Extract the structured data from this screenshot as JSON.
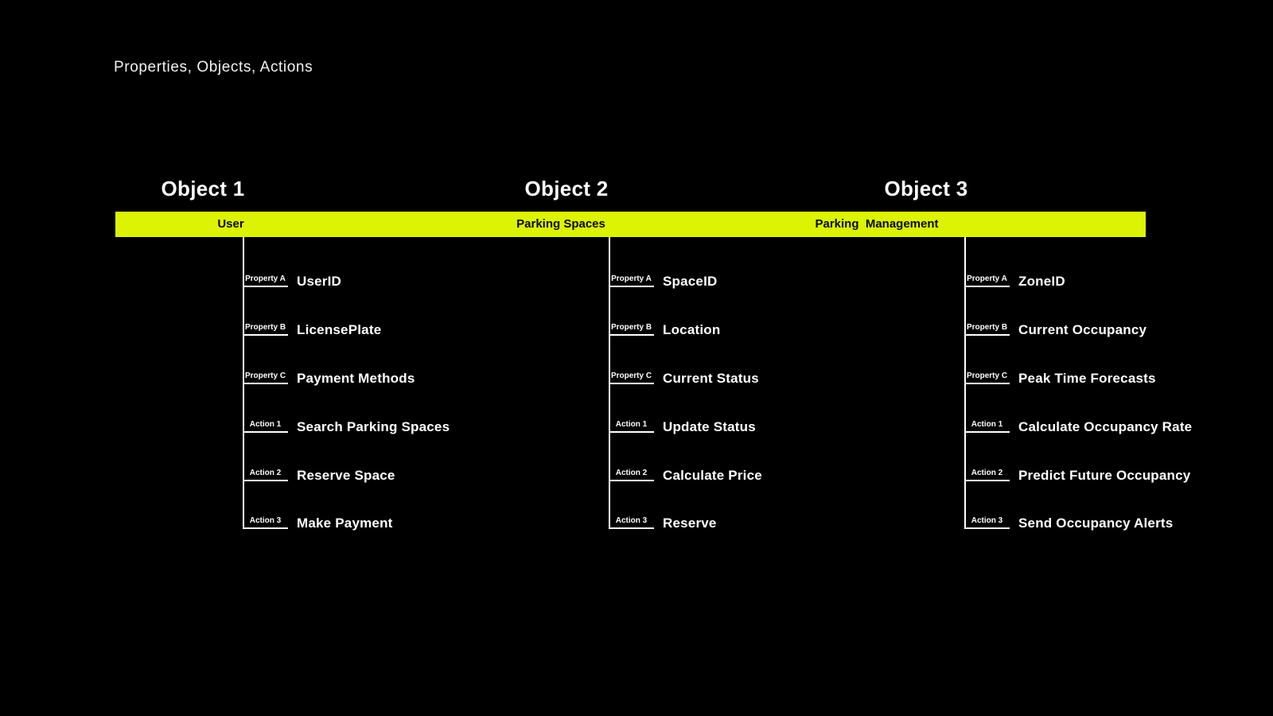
{
  "title": "Properties, Objects, Actions",
  "colors": {
    "background": "#000000",
    "bar": "#DCF303",
    "text": "#F2F2F2",
    "bar_text": "#0A0A00",
    "line": "#FFFFFF"
  },
  "objects": [
    {
      "header": "Object 1",
      "bar_label": "User",
      "items": [
        {
          "tag": "Property A",
          "label": "UserID"
        },
        {
          "tag": "Property B",
          "label": "LicensePlate"
        },
        {
          "tag": "Property C",
          "label": "Payment Methods"
        },
        {
          "tag": "Action 1",
          "label": "Search Parking Spaces"
        },
        {
          "tag": "Action 2",
          "label": "Reserve Space"
        },
        {
          "tag": "Action 3",
          "label": "Make Payment"
        }
      ]
    },
    {
      "header": "Object 2",
      "bar_label": "Parking Spaces",
      "items": [
        {
          "tag": "Property A",
          "label": "SpaceID"
        },
        {
          "tag": "Property B",
          "label": "Location"
        },
        {
          "tag": "Property C",
          "label": "Current Status"
        },
        {
          "tag": "Action 1",
          "label": "Update Status"
        },
        {
          "tag": "Action 2",
          "label": "Calculate Price"
        },
        {
          "tag": "Action 3",
          "label": "Reserve"
        }
      ]
    },
    {
      "header": "Object 3",
      "bar_label": "Parking  Management",
      "items": [
        {
          "tag": "Property A",
          "label": "ZoneID"
        },
        {
          "tag": "Property B",
          "label": "Current Occupancy"
        },
        {
          "tag": "Property C",
          "label": "Peak Time Forecasts"
        },
        {
          "tag": "Action 1",
          "label": "Calculate Occupancy Rate"
        },
        {
          "tag": "Action 2",
          "label": "Predict Future Occupancy"
        },
        {
          "tag": "Action 3",
          "label": "Send Occupancy Alerts"
        }
      ]
    }
  ]
}
